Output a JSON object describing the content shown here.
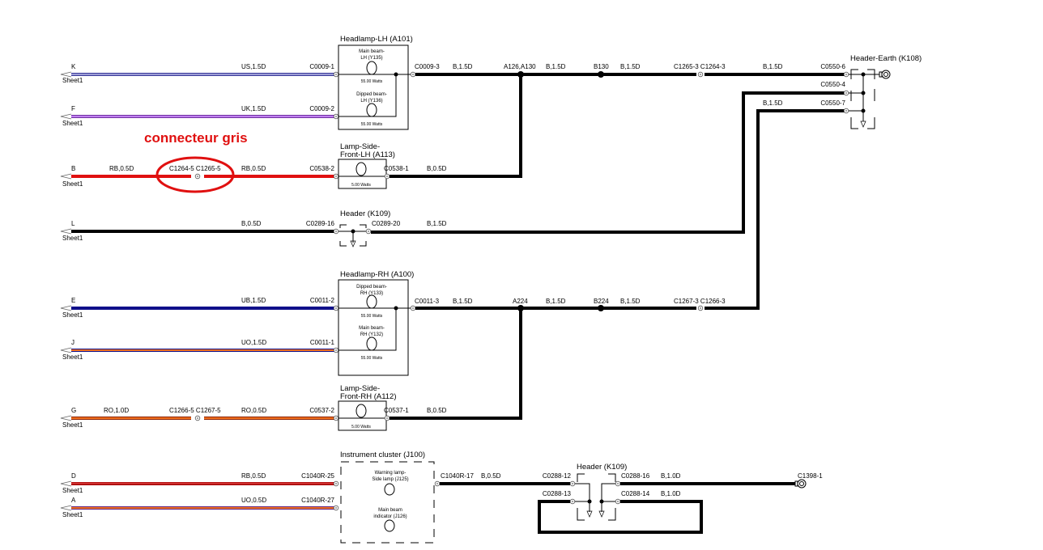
{
  "annotation": {
    "text": "connecteur gris",
    "color": "#e01010"
  },
  "sheet_label": "Sheet1",
  "left_wires": [
    {
      "pin": "K",
      "spec": "US,1.5D",
      "connector": "C0009-1",
      "color": "#3a3a9a"
    },
    {
      "pin": "F",
      "spec": "UK,1.5D",
      "connector": "C0009-2",
      "color": "#b060e0"
    },
    {
      "pin": "B",
      "spec": "RB,0.5D",
      "spec2": "RB,0.5D",
      "mid_connectors": "C1264-5 C1265-5",
      "connector": "C0538-2",
      "color": "#e01010"
    },
    {
      "pin": "L",
      "spec": "B,0.5D",
      "connector": "C0289-16",
      "color": "#000000"
    },
    {
      "pin": "E",
      "spec": "UB,1.5D",
      "connector": "C0011-2",
      "color": "#10108a"
    },
    {
      "pin": "J",
      "spec": "UO,1.5D",
      "connector": "C0011-1",
      "color": "#f07020"
    },
    {
      "pin": "G",
      "spec": "RO,1.0D",
      "spec2": "RO,0.5D",
      "mid_connectors": "C1266-5 C1267-5",
      "connector": "C0537-2",
      "color": "#f07020"
    },
    {
      "pin": "D",
      "spec": "RB,0.5D",
      "connector": "C1040R-25",
      "color": "#b01010"
    },
    {
      "pin": "A",
      "spec": "UO,0.5D",
      "connector": "C1040R-27",
      "color": "#f07020"
    }
  ],
  "components": {
    "headlamp_lh": {
      "title": "Headlamp-LH (A101)",
      "bulb1": [
        "Main beam-",
        "LH (Y135)"
      ],
      "bulb2": [
        "Dipped beam-",
        "LH (Y136)"
      ],
      "watts": "55.00 Watts",
      "out_connector": "C0009-3",
      "out_spec": "B,1.5D"
    },
    "side_lh": {
      "title": [
        "Lamp-Side-",
        "Front-LH (A113)"
      ],
      "watts": "5.00 Watts",
      "out_connector": "C0538-1",
      "out_spec": "B,0.5D"
    },
    "header_k109_top": {
      "title": "Header (K109)",
      "out_connector": "C0289-20",
      "out_spec": "B,1.5D"
    },
    "headlamp_rh": {
      "title": "Headlamp-RH (A100)",
      "bulb1": [
        "Dipped beam-",
        "RH (Y133)"
      ],
      "bulb2": [
        "Main beam-",
        "RH (Y132)"
      ],
      "watts": "55.00 Watts",
      "out_connector": "C0011-3",
      "out_spec": "B,1.5D"
    },
    "side_rh": {
      "title": [
        "Lamp-Side-",
        "Front-RH (A112)"
      ],
      "watts": "5.00 Watts",
      "out_connector": "C0537-1",
      "out_spec": "B,0.5D"
    },
    "instrument_cluster": {
      "title": "Instrument cluster (J100)",
      "lamp1": [
        "Warning lamp-",
        "Side lamp (J125)"
      ],
      "lamp2": [
        "Main beam",
        "indicator (J126)"
      ],
      "out_connector": "C1040R-17",
      "out_spec": "B,0.5D"
    },
    "header_k109_bottom": {
      "title": "Header (K109)",
      "c12": "C0288-12",
      "c13": "C0288-13",
      "c16": "C0288-16",
      "c14": "C0288-14",
      "spec16": "B,1.0D",
      "spec14": "B,1.0D",
      "end_connector": "C1398-1"
    },
    "header_earth": {
      "title": "Header-Earth (K108)",
      "c6": "C0550-6",
      "c4": "C0550-4",
      "c7": "C0550-7",
      "spec7": "B,1.5D"
    }
  },
  "splices": {
    "top_node1": "A126,A130",
    "top_spec1": "B,1.5D",
    "top_node2": "B130",
    "top_spec2": "B,1.5D",
    "top_inline": "C1265-3 C1264-3",
    "top_spec3": "B,1.5D",
    "mid_node1": "A224",
    "mid_spec1": "B,1.5D",
    "mid_node2": "B224",
    "mid_spec2": "B,1.5D",
    "mid_inline": "C1267-3 C1266-3"
  }
}
